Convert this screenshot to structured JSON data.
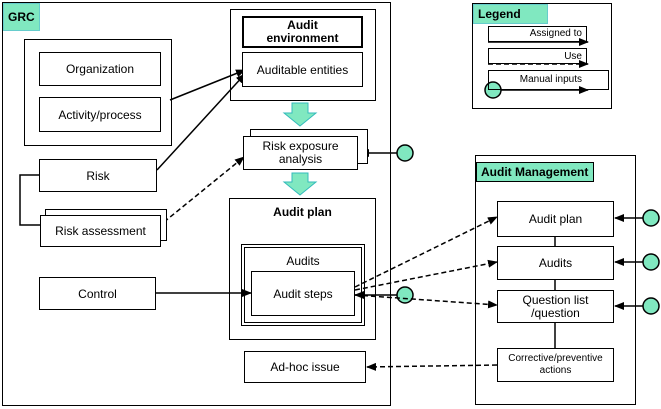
{
  "grc": {
    "title": "GRC",
    "organization": "Organization",
    "activity_process": "Activity/process",
    "risk": "Risk",
    "risk_assessment": "Risk assessment",
    "control": "Control",
    "audit_environment": "Audit\nenvironment",
    "auditable_entities": "Auditable entities",
    "risk_exposure_analysis": "Risk exposure\nanalysis",
    "audit_plan": "Audit plan",
    "audits": "Audits",
    "audit_steps": "Audit steps",
    "adhoc_issue": "Ad-hoc issue"
  },
  "legend": {
    "title": "Legend",
    "assigned_to": "Assigned to",
    "use": "Use",
    "manual_inputs": "Manual inputs"
  },
  "audit_management": {
    "title": "Audit Management",
    "audit_plan": "Audit plan",
    "audits": "Audits",
    "question_list": "Question list\n/question",
    "corrective_actions": "Corrective/preventive\nactions"
  },
  "colors": {
    "accent": "#80e8c0",
    "arrow_fill": "#80e8c0"
  }
}
